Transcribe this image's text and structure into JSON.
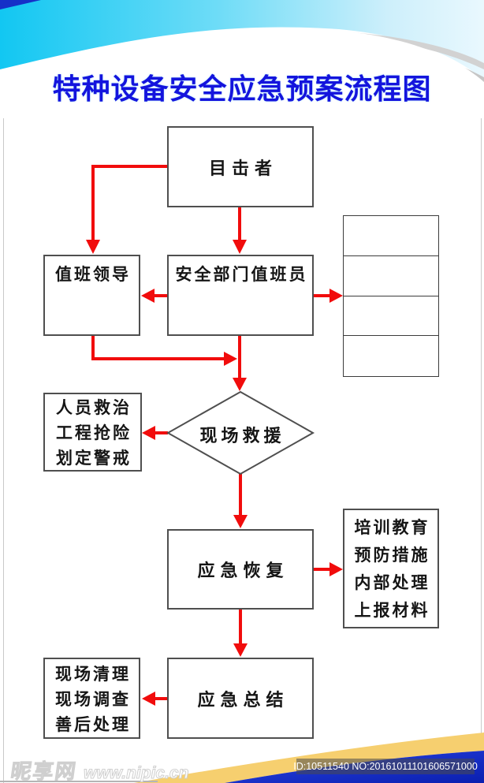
{
  "page": {
    "title": "特种设备安全应急预案流程图"
  },
  "flowchart": {
    "nodes": {
      "witness": {
        "label": "目击者"
      },
      "duty_leader": {
        "label": "值班领导"
      },
      "safety_duty_officer": {
        "label": "安全部门值班员"
      },
      "blank_table": {
        "rows": 4
      },
      "onsite_rescue": {
        "label": "现场救援"
      },
      "rescue_actions": {
        "lines": [
          "人员救治",
          "工程抢险",
          "划定警戒"
        ]
      },
      "emergency_recovery": {
        "label": "应急恢复"
      },
      "followup_measures": {
        "lines": [
          "培训教育",
          "预防措施",
          "内部处理",
          "上报材料"
        ]
      },
      "emergency_summary": {
        "label": "应急总结"
      },
      "cleanup_actions": {
        "lines": [
          "现场清理",
          "现场调查",
          "善后处理"
        ]
      }
    }
  },
  "footer": {
    "watermark_site": "昵享网",
    "watermark_url": "www.nipic.cn",
    "id_text": "ID:10511540 NO:20161011101606571000"
  },
  "theme": {
    "header_cyan": "#14c8f1",
    "title_blue": "#1414dd",
    "arrow_red": "#f10c0c",
    "box_border": "#4f4f4f",
    "footer_yellow": "#f6cf6f",
    "footer_blue": "#1228cf"
  }
}
